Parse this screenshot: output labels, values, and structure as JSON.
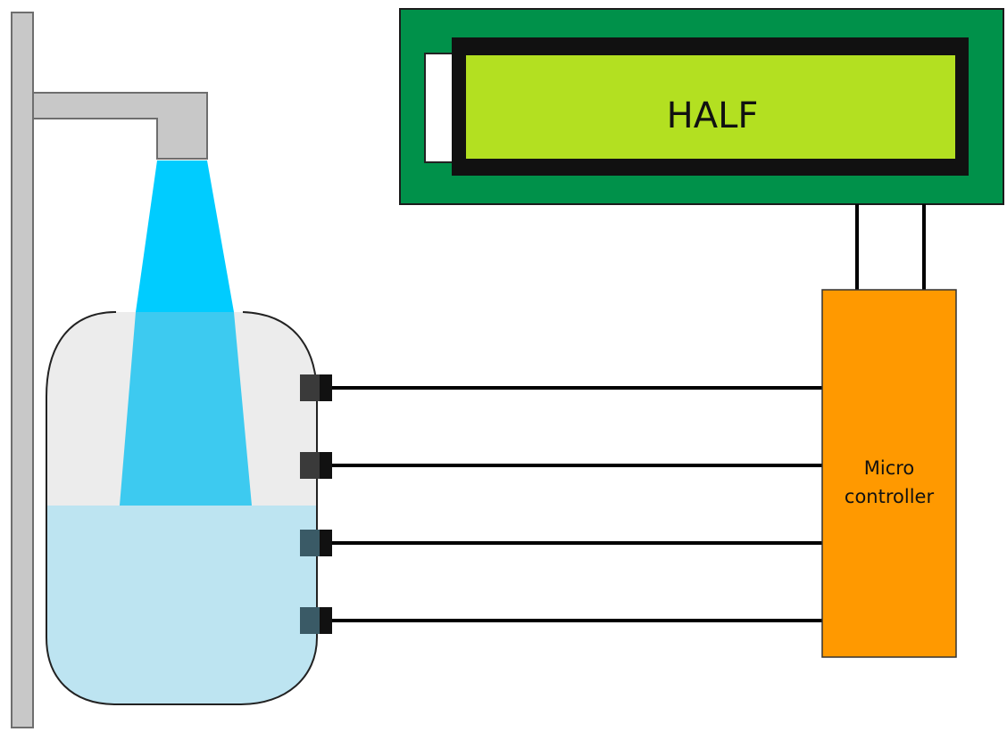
{
  "lcd": {
    "display_text": "HALF"
  },
  "microcontroller": {
    "label_line1": "Micro",
    "label_line2": "controller"
  },
  "tank": {
    "fill_level": "half",
    "sensor_count": 4
  },
  "colors": {
    "pole": "#c8c8c8",
    "water_stream": "#00ccff",
    "tank_empty": "#ececec",
    "tank_water": "#bde4f1",
    "sensor": "#3a3a3a",
    "lcd_board": "#00914a",
    "lcd_screen": "#b3e021",
    "microcontroller": "#ff9900",
    "wire": "#000000"
  }
}
